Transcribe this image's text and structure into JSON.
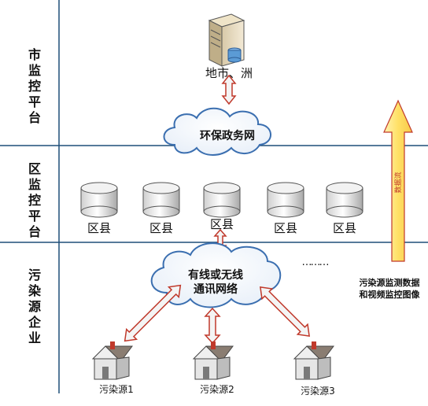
{
  "tiers": {
    "city": "市监控平台",
    "district": "区监控平台",
    "enterprise": "污染源企业"
  },
  "city_server": {
    "label": "地市、洲",
    "icon": "server-icon"
  },
  "gov_network": {
    "label": "环保政务网",
    "icon": "cloud-icon"
  },
  "districts": [
    "区县",
    "区县",
    "区县",
    "区县",
    "区县"
  ],
  "comm_network": {
    "line1": "有线或无线",
    "line2": "通讯网络",
    "icon": "cloud-icon"
  },
  "ellipsis": "………",
  "sources": [
    "污染源1",
    "污染源2",
    "污染源3"
  ],
  "data_flow": {
    "arrow_label": "数据流",
    "caption_line1": "污染源监测数据",
    "caption_line2": "和视频监控图像"
  },
  "colors": {
    "divider": "#1f4e79",
    "arrow_fill": "#f4f4f4",
    "arrow_stroke": "#c0392b",
    "flow_fill": "#ffe680",
    "flow_stroke": "#c0392b",
    "cloud_stroke": "#3b6fb0"
  }
}
